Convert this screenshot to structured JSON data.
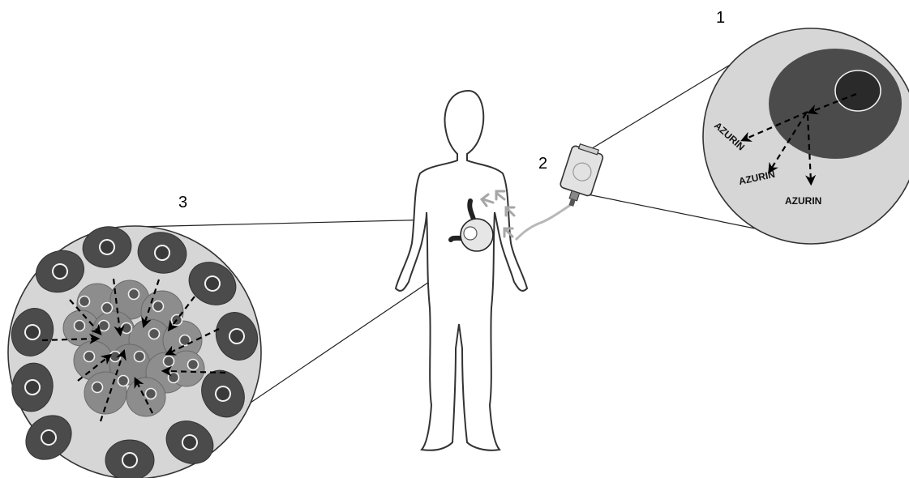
{
  "labels": {
    "inset_1": "1",
    "inset_2": "2",
    "inset_3": "3"
  },
  "secreted_protein": [
    "AZURIN",
    "AZURIN",
    "AZURIN"
  ],
  "colors": {
    "background": "#ffffff",
    "inset_fill": "#d6d6d6",
    "cell_dark": "#4b4b4b",
    "nucleus_dark": "#2a2a2a",
    "tumor_cell": "#8a8a8a",
    "body_outline": "#333333",
    "flow_arrows": "#b0b0b0"
  }
}
